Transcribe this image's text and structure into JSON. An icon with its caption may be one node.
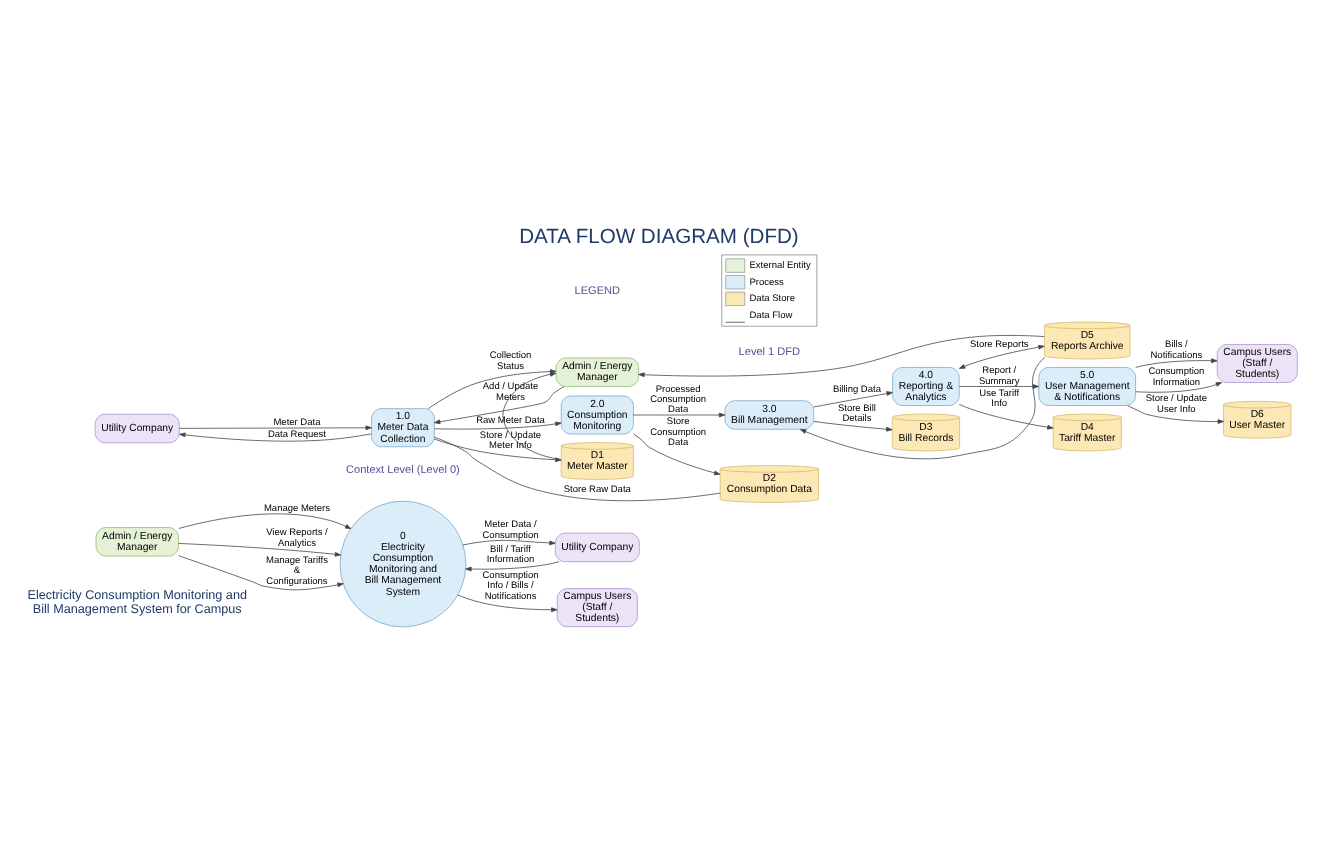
{
  "diagram": {
    "title": "DATA FLOW DIAGRAM (DFD)",
    "nodes": [
      {
        "text": [
          "Admin / Energy Manager"
        ]
      },
      {
        "text": [
          "0",
          "Electricity Consumption Monitoring and Bill Management System"
        ]
      },
      {
        "text": [
          "Utility Company"
        ]
      },
      {
        "text": [
          "Campus Users (Staff / Students)"
        ]
      },
      {
        "text": [
          "Utility Company"
        ]
      },
      {
        "text": [
          "Admin / Energy Manager"
        ]
      },
      {
        "text": [
          "1.0",
          "Meter Data Collection"
        ]
      },
      {
        "text": [
          "2.0",
          "Consumption Monitoring"
        ]
      },
      {
        "text": [
          "3.0",
          "Bill Management"
        ]
      },
      {
        "text": [
          "4.0",
          "Reporting & Analytics"
        ]
      },
      {
        "text": [
          "5.0",
          "User Management & Notifications"
        ]
      },
      {
        "text": [
          "Campus Users (Staff / Students)"
        ]
      },
      {
        "text": [
          "D1",
          "Meter Master"
        ]
      },
      {
        "text": [
          "D2",
          "Consumption Data"
        ]
      },
      {
        "text": [
          "D3",
          "Bill Records"
        ]
      },
      {
        "text": [
          "D4",
          "Tariff Master"
        ]
      },
      {
        "text": [
          "D5",
          "Reports Archive"
        ]
      },
      {
        "text": [
          "D6",
          "User Master"
        ]
      }
    ],
    "edges": [
      {
        "from": 0,
        "to": 1,
        "arrow": "to",
        "label": "Manage Meters"
      },
      {
        "from": 0,
        "to": 1,
        "arrow": "to",
        "label": "View Reports / Analytics"
      },
      {
        "from": 0,
        "to": 1,
        "arrow": "to",
        "label": "Manage Tariffs & Configurations"
      },
      {
        "from": 1,
        "to": 2,
        "arrow": "to",
        "label": "Meter Data / Consumption"
      },
      {
        "from": 2,
        "to": 1,
        "arrow": "to",
        "label": "Bill / Tariff Information"
      },
      {
        "from": 1,
        "to": 3,
        "arrow": "to",
        "label": "Consumption Info / Bills / Notifications"
      },
      {
        "from": 4,
        "to": 6,
        "arrow": "to",
        "label": "Meter Data"
      },
      {
        "from": 6,
        "to": 4,
        "arrow": "to",
        "label": "Data Request"
      },
      {
        "from": 5,
        "to": 6,
        "arrow": "to",
        "label": "Add / Update Meters"
      },
      {
        "from": 6,
        "to": 5,
        "arrow": "to",
        "label": "Collection Status"
      },
      {
        "from": 6,
        "to": 7,
        "arrow": "to",
        "label": "Raw Meter Data"
      },
      {
        "from": 7,
        "to": 8,
        "arrow": "to",
        "label": "Processed Consumption Data"
      },
      {
        "from": 8,
        "to": 9,
        "arrow": "to",
        "label": "Billing Data"
      },
      {
        "from": 9,
        "to": 10,
        "arrow": "to",
        "label": "Report / Summary"
      },
      {
        "from": 10,
        "to": 11,
        "arrow": "to",
        "label": "Bills / Notifications"
      },
      {
        "from": 10,
        "to": 11,
        "arrow": "to",
        "label": "Consumption Information"
      },
      {
        "from": 6,
        "to": 12,
        "arrow": "to",
        "label": "Store / Update Meter Info"
      },
      {
        "from": 12,
        "to": 5,
        "arrow": "to"
      },
      {
        "from": 6,
        "to": 13,
        "arrow": "none",
        "label": "Store Raw Data"
      },
      {
        "from": 7,
        "to": 13,
        "arrow": "to",
        "label": "Store Consumption Data"
      },
      {
        "from": 8,
        "to": 14,
        "arrow": "to",
        "label": "Store Bill Details"
      },
      {
        "from": 9,
        "to": 15,
        "arrow": "to",
        "label": "Use Tariff Info"
      },
      {
        "from": 9,
        "to": 16,
        "arrow": "both",
        "label": "Store Reports"
      },
      {
        "from": 16,
        "to": 8,
        "arrow": "to"
      },
      {
        "from": 16,
        "to": 5,
        "arrow": "to"
      },
      {
        "from": 10,
        "to": 17,
        "arrow": "to",
        "label": "Store / Update User Info"
      }
    ],
    "labels": [
      "Electricity Consumption Monitoring and Bill Management System for Campus",
      "Context Level (Level 0)",
      "Level 1 DFD",
      "LEGEND"
    ],
    "legend": [
      {
        "text": "External Entity",
        "color": "#e5f2d8"
      },
      {
        "text": "Process",
        "color": "#dcedfa"
      },
      {
        "text": "Data Store",
        "color": "#fbe8b4"
      },
      {
        "text": "Data Flow"
      }
    ]
  }
}
